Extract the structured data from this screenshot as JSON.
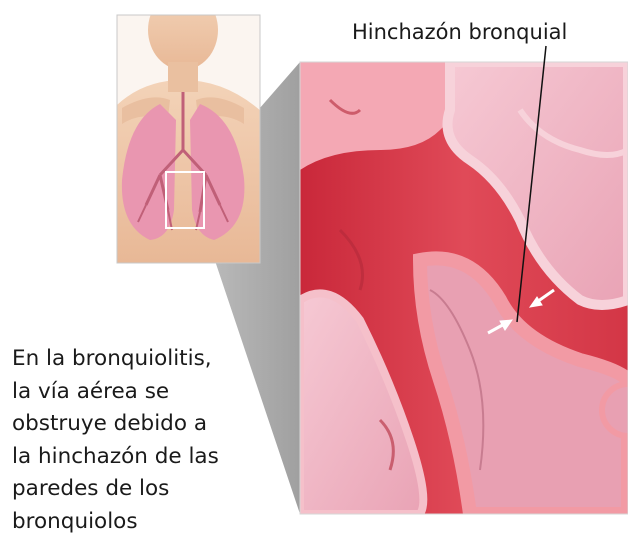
{
  "label": {
    "swelling": "Hinchazón bronquial"
  },
  "caption": {
    "lines": [
      "En la bronquiolitis,",
      "la vía aérea se",
      "obstruye debido a",
      "la hinchazón de las",
      "paredes de los",
      "bronquiolos"
    ]
  },
  "colors": {
    "tissue_light": "#f2b8c6",
    "airway_red": "#d93a4a",
    "wall_pink": "#f08a96",
    "connector_gray": "#9a9a9a",
    "skin": "#efc8a8"
  },
  "icons": {
    "thumbnail": "chest-lungs-thumbnail",
    "arrows": "swelling-arrows-icon"
  }
}
